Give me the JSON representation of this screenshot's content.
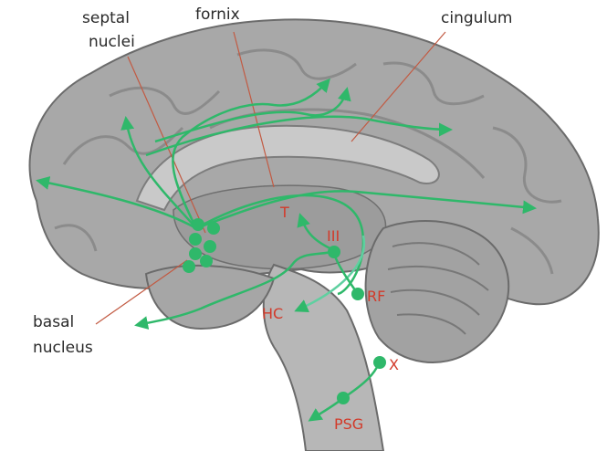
{
  "labels": {
    "septal_line1": "septal",
    "septal_line2": "nuclei",
    "fornix": "fornix",
    "cingulum": "cingulum",
    "basal_line1": "basal",
    "basal_line2": "nucleus"
  },
  "tags": {
    "T": "T",
    "III": "III",
    "RF": "RF",
    "HC": "HC",
    "X": "X",
    "PSG": "PSG"
  },
  "colors": {
    "pathway": "#2fb86a",
    "tag": "#d23a2a",
    "leader": "#c25a42",
    "brain": "#a9a9a9"
  }
}
